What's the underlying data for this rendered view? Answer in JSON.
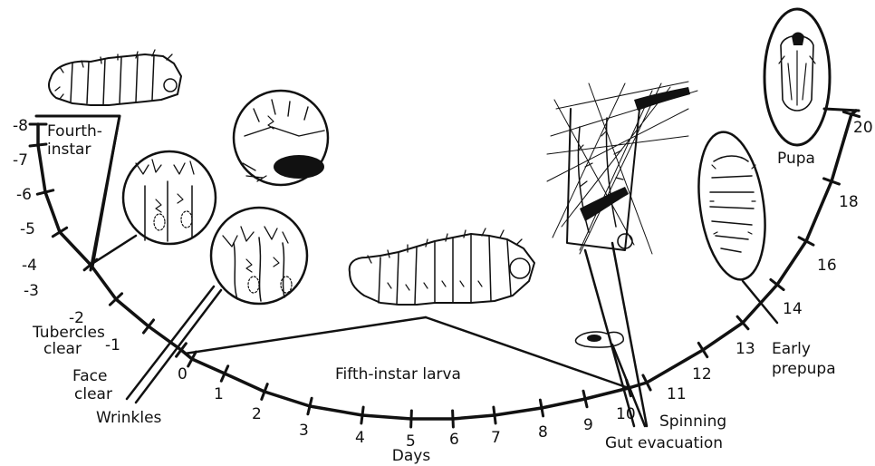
{
  "ticks": [
    "-8",
    "-7",
    "-6",
    "-5",
    "-4",
    "-3",
    "-2",
    "-1",
    "0",
    "1",
    "2",
    "3",
    "4",
    "5",
    "6",
    "7",
    "8",
    "9",
    "10",
    "11",
    "12",
    "13",
    "14",
    "16",
    "18",
    "20"
  ],
  "axis_label": "Days",
  "labels": {
    "fourth_instar_a": "Fourth-",
    "fourth_instar_b": "instar",
    "tubercles_a": "Tubercles",
    "tubercles_b": "clear",
    "face_a": "Face",
    "face_b": "clear",
    "wrinkles": "Wrinkles",
    "fifth_instar": "Fifth-instar larva",
    "spinning": "Spinning",
    "gut_evacuation": "Gut evacuation",
    "early_a": "Early",
    "early_b": "prepupa",
    "pupa": "Pupa"
  }
}
